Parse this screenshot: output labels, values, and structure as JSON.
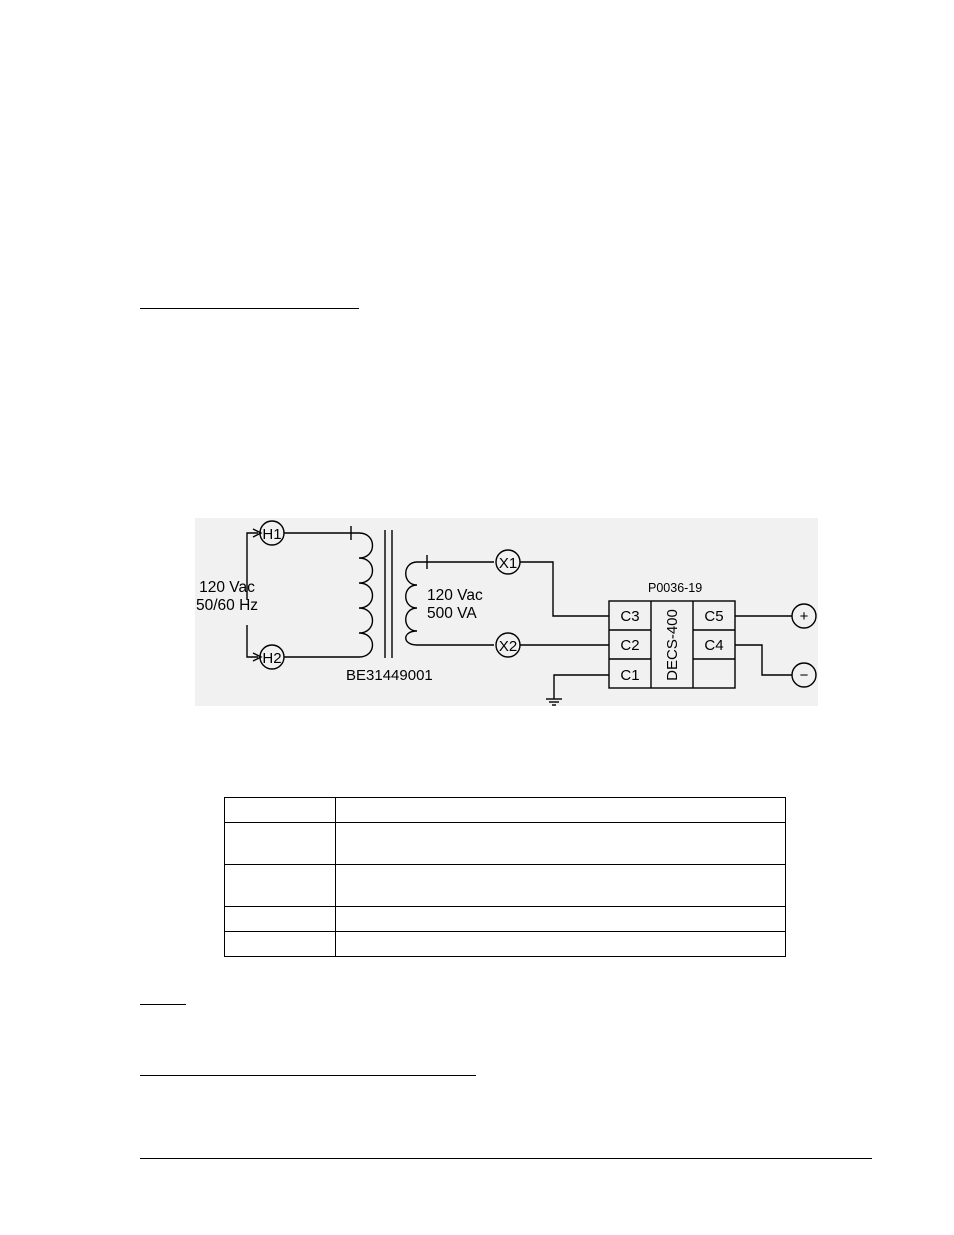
{
  "diagram": {
    "terminals": {
      "h1": "H1",
      "h2": "H2",
      "x1": "X1",
      "x2": "X2"
    },
    "primary_rating": {
      "line1": "120 Vac",
      "line2": "50/60 Hz"
    },
    "secondary_rating": {
      "line1": "120 Vac",
      "line2": "500 VA"
    },
    "transformer_part_number": "BE31449001",
    "drawing_number": "P0036-19",
    "device_name": "DECS-400",
    "device_terminals": {
      "c1": "C1",
      "c2": "C2",
      "c3": "C3",
      "c4": "C4",
      "c5": "C5"
    },
    "output_symbols": {
      "positive": "+",
      "negative": "−"
    }
  },
  "table": {
    "rows": [
      [
        "",
        ""
      ],
      [
        "",
        ""
      ],
      [
        "",
        ""
      ],
      [
        "",
        ""
      ],
      [
        "",
        ""
      ]
    ]
  }
}
